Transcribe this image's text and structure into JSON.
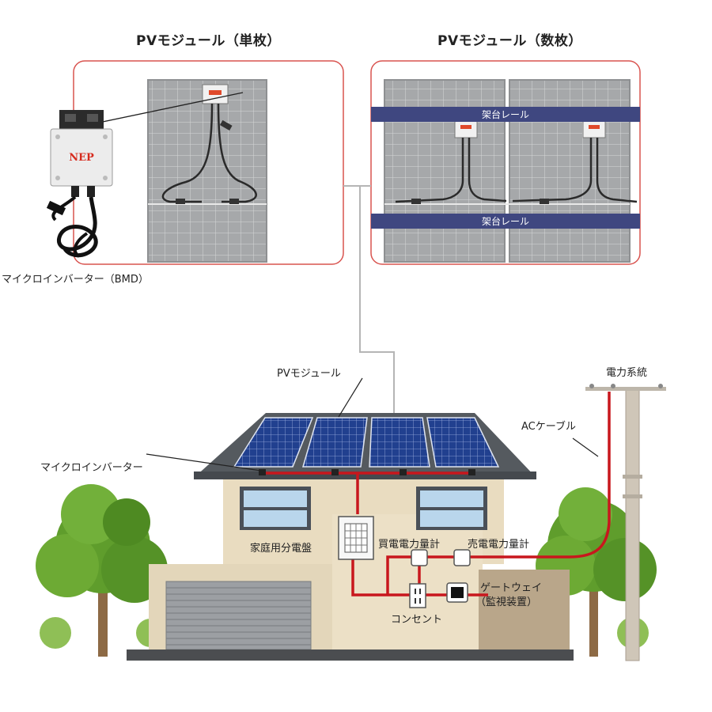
{
  "titles": {
    "single": "PVモジュール（単枚）",
    "multi": "PVモジュール（数枚）"
  },
  "labels": {
    "micro_bmd": "マイクロインバーター（BMD）",
    "rail_top": "架台レール",
    "rail_bottom": "架台レール",
    "pv_module": "PVモジュール",
    "power_grid": "電力系統",
    "ac_cable": "ACケーブル",
    "microinverter": "マイクロインバーター",
    "distribution_board": "家庭用分電盤",
    "buy_meter": "買電電力量計",
    "sell_meter": "売電電力量計",
    "gateway_line1": "ゲートウェイ",
    "gateway_line2": "（監視装置）",
    "outlet": "コンセント",
    "brand": "NEP"
  },
  "colors": {
    "frame_red": "#d9534f",
    "cable_red": "#c8171d",
    "rail_navy": "#3f4780",
    "panel_gray": "#a9abad",
    "panel_blue": "#23408e",
    "wall": "#e9dcc0",
    "roof": "#555a5f",
    "tree_green": "#5f9d2c"
  }
}
